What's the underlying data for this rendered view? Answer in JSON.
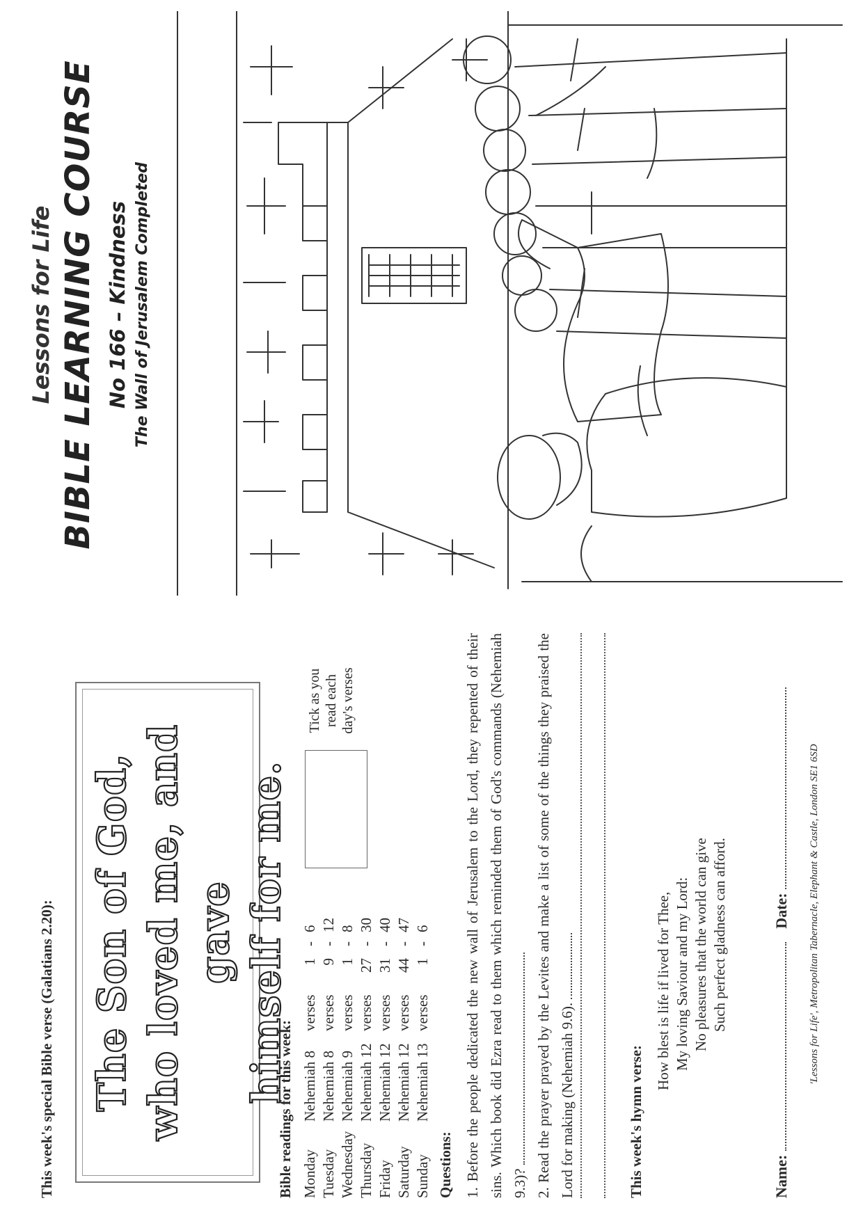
{
  "left": {
    "verse_intro": "This week's special Bible verse (Galatians 2.20):",
    "verse_lines": [
      "The Son of God,",
      "who loved me, and gave",
      "himself for me."
    ],
    "readings_title": "Bible readings for this week:",
    "readings": [
      {
        "day": "Monday",
        "book": "Nehemiah 8",
        "vs": "verses",
        "from": "1",
        "to": "6"
      },
      {
        "day": "Tuesday",
        "book": "Nehemiah 8",
        "vs": "verses",
        "from": "9",
        "to": "12"
      },
      {
        "day": "Wednesday",
        "book": "Nehemiah 9",
        "vs": "verses",
        "from": "1",
        "to": "8"
      },
      {
        "day": "Thursday",
        "book": "Nehemiah 12",
        "vs": "verses",
        "from": "27",
        "to": "30"
      },
      {
        "day": "Friday",
        "book": "Nehemiah 12",
        "vs": "verses",
        "from": "31",
        "to": "40"
      },
      {
        "day": "Saturday",
        "book": "Nehemiah 12",
        "vs": "verses",
        "from": "44",
        "to": "47"
      },
      {
        "day": "Sunday",
        "book": "Nehemiah 13",
        "vs": "verses",
        "from": "1",
        "to": "6"
      }
    ],
    "tick_label": "Tick as you read each day's verses",
    "questions_title": "Questions:",
    "q1": "1. Before the people dedicated the new wall of Jerusalem to the Lord, they repented of their sins. Which book did Ezra read to them which reminded them of God's commands (Nehemiah 9.3)?",
    "q2": "2. Read the prayer prayed by the Levites and make a list of some of the things they praised the Lord for making (Nehemiah 9.6).",
    "hymn_title": "This week's hymn verse:",
    "hymn_lines": [
      "How blest is life if lived for Thee,",
      "My loving Saviour and my Lord:",
      "No pleasures that the world can give",
      "Such perfect gladness can afford."
    ],
    "name_label": "Name:",
    "date_label": "Date:",
    "footer": "'Lessons for Life', Metropolitan Tabernacle, Elephant & Castle, London SE1 6SD"
  },
  "right": {
    "subtitle": "Lessons for Life",
    "title": "BIBLE LEARNING COURSE",
    "number": "No 166 – Kindness",
    "lesson": "The Wall of Jerusalem Completed"
  }
}
